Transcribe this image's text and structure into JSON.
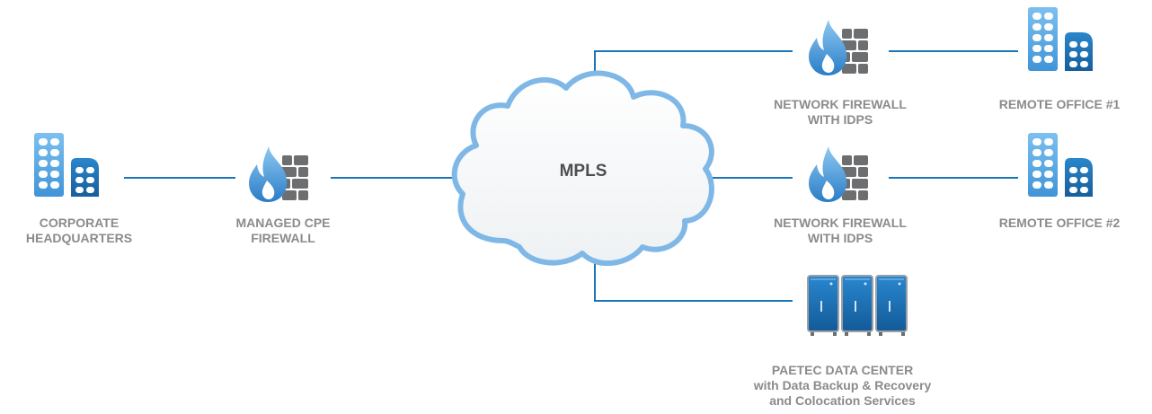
{
  "cloud": {
    "label": "MPLS"
  },
  "nodes": {
    "corporate_hq": {
      "line1": "CORPORATE",
      "line2": "HEADQUARTERS"
    },
    "managed_cpe": {
      "line1": "MANAGED CPE",
      "line2": "FIREWALL"
    },
    "fw_remote1": {
      "line1": "NETWORK FIREWALL",
      "line2": "WITH IDPS"
    },
    "fw_remote2": {
      "line1": "NETWORK FIREWALL",
      "line2": "WITH IDPS"
    },
    "remote1": {
      "line1": "REMOTE OFFICE #1"
    },
    "remote2": {
      "line1": "REMOTE OFFICE #2"
    },
    "datacenter": {
      "line1": "PAETEC DATA CENTER",
      "line2": "with Data Backup & Recovery",
      "line3": "and Colocation Services"
    }
  },
  "colors": {
    "link_line": "#1a75b8",
    "label_text": "#8a8b8d",
    "cloud_stroke": "#7fb8e6",
    "building_light": "#5aabe6",
    "building_dark": "#1d6fb0",
    "brick": "#6d6e70",
    "server_blue": "#1c6bb0"
  }
}
